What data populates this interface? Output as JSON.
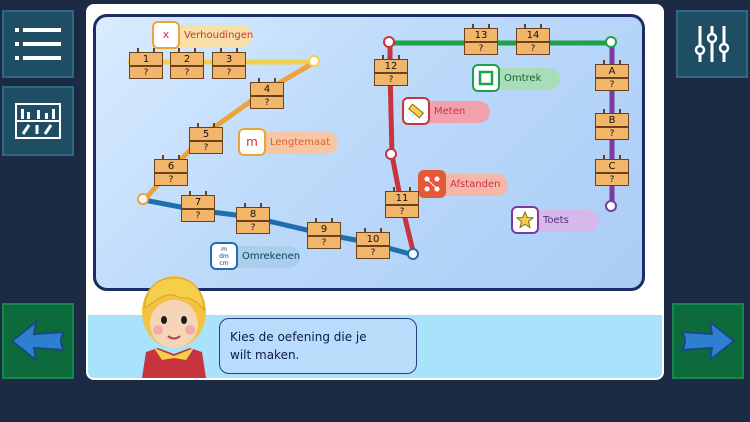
{
  "stops": {
    "s1": {
      "num": "1",
      "val": "?"
    },
    "s2": {
      "num": "2",
      "val": "?"
    },
    "s3": {
      "num": "3",
      "val": "?"
    },
    "s4": {
      "num": "4",
      "val": "?"
    },
    "s5": {
      "num": "5",
      "val": "?"
    },
    "s6": {
      "num": "6",
      "val": "?"
    },
    "s7": {
      "num": "7",
      "val": "?"
    },
    "s8": {
      "num": "8",
      "val": "?"
    },
    "s9": {
      "num": "9",
      "val": "?"
    },
    "s10": {
      "num": "10",
      "val": "?"
    },
    "s11": {
      "num": "11",
      "val": "?"
    },
    "s12": {
      "num": "12",
      "val": "?"
    },
    "s13": {
      "num": "13",
      "val": "?"
    },
    "s14": {
      "num": "14",
      "val": "?"
    },
    "sA": {
      "num": "A",
      "val": "?"
    },
    "sB": {
      "num": "B",
      "val": "?"
    },
    "sC": {
      "num": "C",
      "val": "?"
    }
  },
  "labels": {
    "verhoudingen": "Verhoudingen",
    "lengtemaat": "Lengtemaat",
    "omrekenen": "Omrekenen",
    "meten": "Meten",
    "afstanden": "Afstanden",
    "omtrek": "Omtrek",
    "toets": "Toets"
  },
  "icon_text": {
    "verhoudingen": "x",
    "lengtemaat": "m",
    "omrekenen_top": "m",
    "omrekenen_mid": "dm",
    "omrekenen_bottom": "cm"
  },
  "dialog": {
    "line1": "Kies de oefening die je",
    "line2": "wilt maken."
  },
  "colors": {
    "yellow": "#f4cf4a",
    "orange": "#eba33a",
    "blue": "#1f6fad",
    "red": "#c8343d",
    "green": "#1fa14b",
    "purple": "#7a3aa0"
  }
}
